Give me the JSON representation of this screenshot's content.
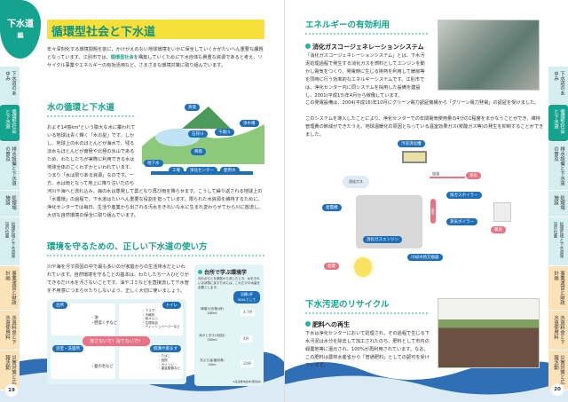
{
  "left_page": {
    "badge": {
      "title": "下水道",
      "sub": "編"
    },
    "title": "循環型社会と下水道",
    "intro": [
      "年々深刻化する環境問題を前に、かけがえのない地球環境をいかに保全していくかがたいへん重要な課題となっています。江別市では、",
      "循環型社会",
      "を構築していくために下水自体も貴重な資源であると考え、リサイクル事業やエネルギーの有効活用など、さまざまな環境対策に取り組んでいます。"
    ],
    "section1": {
      "heading": "水の循環と下水道",
      "text": "およそ14億km³という膨大な水に覆われている地球は青く輝く「水の星」です。しかし、地球上の水のほとんどが海水で、残る淡水もほとんどが南極や北極の氷山であるため、わたしたちが実際に利用できる水は地球全体のごくわずかといわれています。つまり「水は限りある資源」なのです。一方、水は雨となって地上に降り注いだのち河川や海へと流れ込み、海の水は蒸発して雲となり再び雨を降らせます。こうして繰り返される地球上の「水循環」の過程で、下水道はたいへん重要な役割を担っています。限られた水資源を維持するために、浄化センターでは毎日、生活や産業から出される汚水をきれいな水に生まれ変わらせてから川に放流し、大切な自然環境の保全に取り組んでいます。",
      "illustration_labels": [
        "蒸発",
        "浄水場",
        "石狩川",
        "千歳川",
        "降雨",
        "地下水",
        "工場",
        "浄化センター",
        "使用水"
      ]
    },
    "section2": {
      "heading": "環境を守るための、正しい下水道の使い方",
      "text": "川や海を汚す原因の中で最も多いのが家庭からの生活排水だといわれています。自然環境を守ることの基本は、わたしたち一人ひとりができるだけ水を汚さないことです。油やゴミなどを直接流して下水管を不用意につまらせたりしないよう、正しく大切に使いましょう。",
      "cards": [
        {
          "label": "台所",
          "items": "・油\n・野菜くずなど"
        },
        {
          "label": "トイレ",
          "items": "・マスク\n・不織布\n・紙オムツ\n・生理用品\n・ティッシュペーパーなど"
        },
        {
          "label": "浴室・洗面所",
          "items": "・髪の毛など"
        },
        {
          "label": "側溝や雨ます",
          "items": "・たばこ\n・吸殻\n・ガソリン\n・重金属類など"
        }
      ],
      "banner": "流さないで！捨てないで！"
    },
    "sidebox": {
      "title": "台所で学ぶ環境学",
      "text": "汚れのもとを家庭から流したとき、水をきれいな状態に戻すためには、これだけの水量を必要とします。",
      "unit": "浴槽1杯 300Lとして",
      "rows": [
        {
          "item": "味噌汁(お椀1杯)",
          "amount": "180ml",
          "result": "4.7杯"
        },
        {
          "item": "米のとぎ汁(1回目)",
          "amount": "500ml",
          "result": "4杯"
        },
        {
          "item": "天ぷら油(使用済)",
          "amount": "20ml",
          "result": "20杯"
        }
      ],
      "note": "※生活排水読本(環境省)"
    },
    "page_number": "19"
  },
  "right_page": {
    "section1": {
      "heading": "エネルギーの有効利用",
      "subheading": "消化ガスコージェネレーションシステム",
      "text1": "「消化ガスコージェネレーションシステム」とは、下水汚泥処理過程で発生する消化ガスを燃料としてエンジンを動かし電気をつくり、発電時に生じる排熱を利用して暖房等を同時に行う効率的なエネルギーシステムです。江別市では、浄化センター内に同システムを採用した設備を建設し、2001(平成13)年4月から稼働しています。",
      "text2": "この発電設備は、2004(平成16)年10月にグリーン電力認証機構から「グリーン電力発電」の認証を受けました。",
      "text3": "このシステムを導入したことにより、浄化センターでの年間電気使用量の4分の1程度をまかなうことができ、維持管理費の節減ができたうえ、地球温暖化の原因となっている温室効果ガス(炭酸ガス等)の発生を抑制することができました。",
      "diagram": {
        "digester": "汚泥消化槽",
        "heating": "加温",
        "steam": "蒸気",
        "gas": "消化ガス",
        "exhaust_boiler": "排ガスボイラー",
        "steam_boiler": "蒸気ボイラー",
        "hot_water": "温水",
        "heating_room": "暖房",
        "generator": "発電機",
        "engine": "消化ガスエンジン",
        "heat_exchanger": "冷却水熱交換器",
        "power": "発電"
      }
    },
    "section2": {
      "heading": "下水汚泥のリサイクル",
      "subheading": "肥料への再生",
      "text": "下水は浄化センターにおいて処理され、その過程で生じる下水汚泥は水分を除去して加工されたのち、肥料として市内の緑農地等に還元され、100%が再利用されています。なお、この肥料は農林水産省から「普通肥料」としての認可を受けています。"
    },
    "page_number": "20"
  },
  "side_tabs": [
    "下水道のあゆみ",
    "循環型社会と下水道",
    "排水設備と下水道の普及",
    "処理場施設",
    "処理区域と下水道施設の位置",
    "事業運営と財政計画",
    "水道料金と下水道使用料",
    "災害対策と広報活動"
  ],
  "colors": {
    "accent": "#14a38e",
    "title_bar": "#f7e03a",
    "pill_blue": "#1e6fb8",
    "pill_red": "#e87385"
  }
}
